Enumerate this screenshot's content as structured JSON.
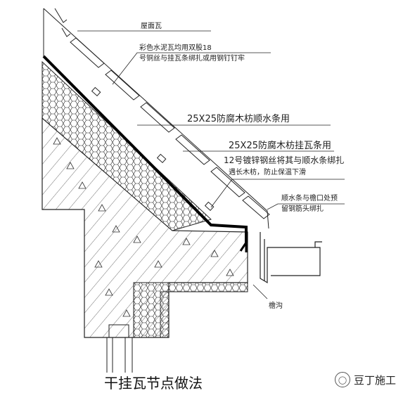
{
  "title": "干挂瓦节点做法",
  "labels": {
    "roof_tile": "屋面瓦",
    "tie_line1": "彩色水泥瓦均用双股18",
    "tie_line2": "号铜丝与挂瓦条绑扎或用钢钉钉牢",
    "batten_down": "25X25防腐木枋顺水条用",
    "batten_hang": "25X25防腐木枋挂瓦条用",
    "wire_line1": "12号镀锌钢丝将其与顺水条绑扎",
    "wire_line2": "遇长木枋，防止保温下滑",
    "eave_line1": "顺水条与檐口处预",
    "eave_line2": "留钢筋头绑扎",
    "gutter": "檐沟"
  },
  "watermark": {
    "text": "豆丁施工",
    "icon": "chat-bubble-icon"
  }
}
